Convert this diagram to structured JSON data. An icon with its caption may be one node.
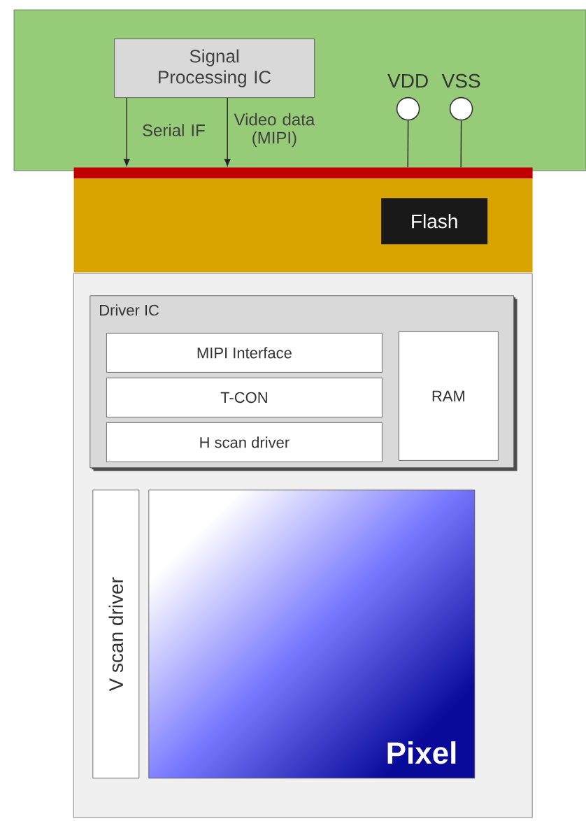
{
  "diagram": {
    "nodes": [
      {
        "text": [],
        "shape": "box"
      },
      {
        "text": [
          "Signal Processing IC"
        ],
        "in": 0
      },
      {
        "text": [
          "VDD"
        ],
        "in": 0
      },
      {
        "text": [
          "VSS"
        ],
        "in": 0
      },
      {
        "text": [],
        "shape": "bar"
      },
      {
        "text": [],
        "shape": "bar"
      },
      {
        "text": [
          "Flash"
        ],
        "in": 5
      },
      {
        "text": [],
        "shape": "box"
      },
      {
        "text": [
          "Driver IC"
        ],
        "in": 7
      },
      {
        "text": [
          "MIPI Interface"
        ],
        "in": 8
      },
      {
        "text": [
          "T-CON"
        ],
        "in": 8
      },
      {
        "text": [
          "H scan driver"
        ],
        "in": 8
      },
      {
        "text": [
          "RAM"
        ],
        "in": 8
      },
      {
        "text": [
          "V scan driver"
        ],
        "in": 7
      },
      {
        "text": [
          "Pixel"
        ],
        "in": 7
      }
    ],
    "edges": [
      {
        "from": 1,
        "to": 4,
        "arrow": "to",
        "label": "Serial IF"
      },
      {
        "from": 1,
        "to": 4,
        "arrow": "to",
        "label": "Video data (MIPI)"
      },
      {
        "from": 2,
        "to": 4,
        "arrow": "none"
      },
      {
        "from": 3,
        "to": 4,
        "arrow": "none"
      }
    ]
  }
}
